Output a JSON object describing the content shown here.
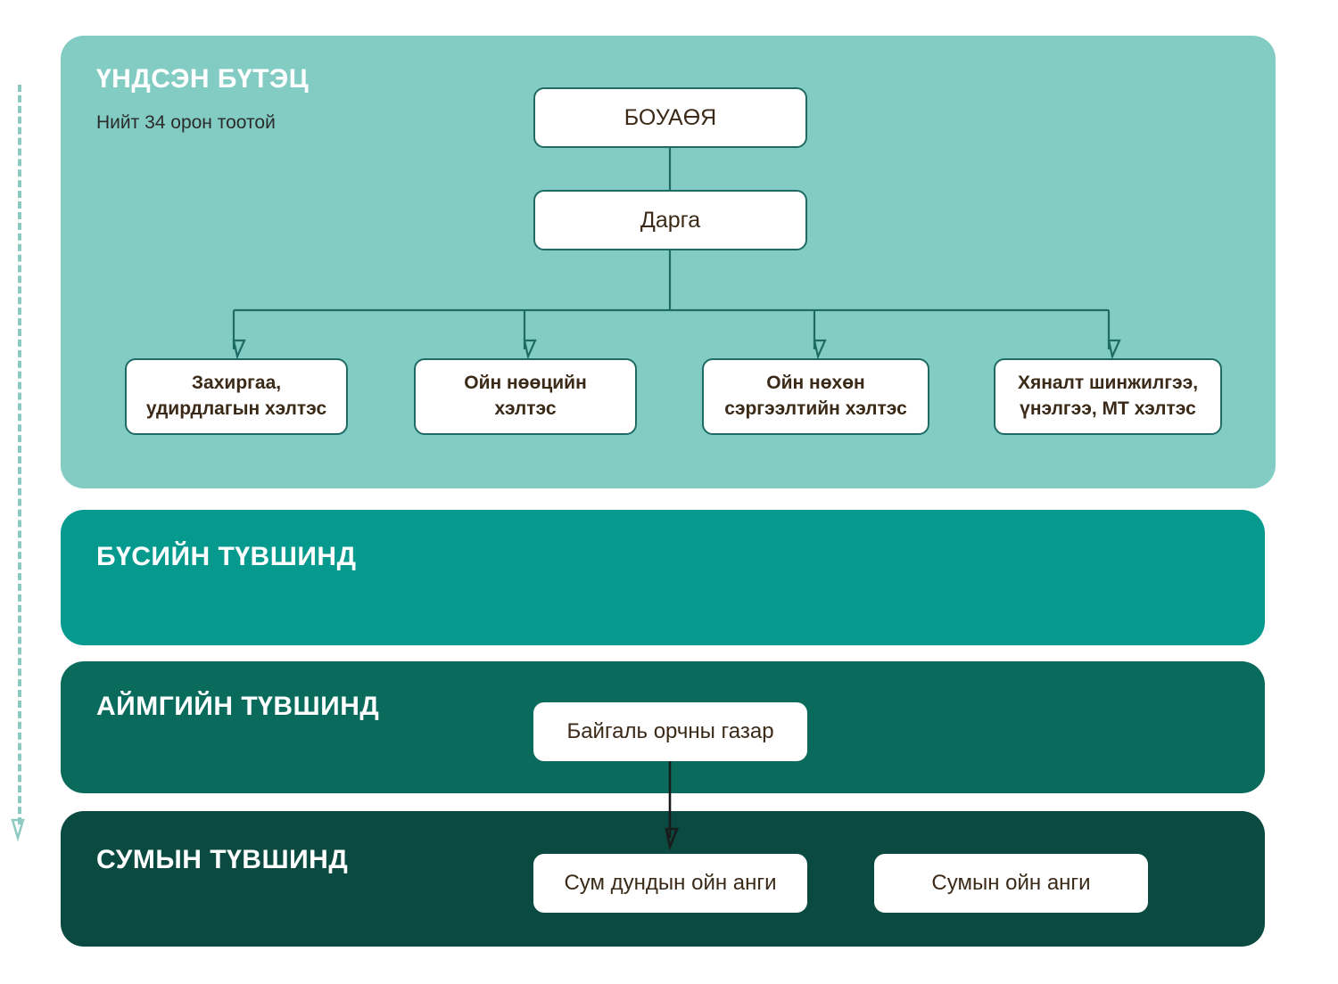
{
  "colors": {
    "panel_structure_bg": "#83ccc4",
    "panel_region_bg": "#069a8e",
    "panel_province_bg": "#0a6b5c",
    "panel_soum_bg": "#0a4a40",
    "node_bg": "#ffffff",
    "node_border": "#1d6b64",
    "node_text": "#3b2a18",
    "panel_title_text": "#ffffff",
    "connector_teal": "#1d6b64",
    "connector_dark": "#1a1a1a",
    "guide_dashed": "#8cc9c0"
  },
  "diagram": {
    "type": "org-chart",
    "panels": [
      {
        "id": "structure",
        "title": "ҮНДСЭН БҮТЭЦ",
        "subtitle": "Нийт 34 орон тоотой"
      },
      {
        "id": "region",
        "title": "БҮСИЙН ТҮВШИНД"
      },
      {
        "id": "province",
        "title": "АЙМГИЙН ТҮВШИНД"
      },
      {
        "id": "soum",
        "title": "СУМЫН ТҮВШИНД"
      }
    ],
    "nodes": {
      "agency": "БОУАӨЯ",
      "director": "Дарга",
      "departments": [
        "Захиргаа,\nудирдлагын хэлтэс",
        "Ойн нөөцийн\nхэлтэс",
        "Ойн нөхөн\nсэргээлтийн хэлтэс",
        "Хяналт шинжилгээ,\nүнэлгээ, МТ хэлтэс"
      ],
      "province_office": "Байгаль орчны газар",
      "soum_units": [
        "Сум дундын ойн анги",
        "Сумын ойн анги"
      ]
    }
  }
}
